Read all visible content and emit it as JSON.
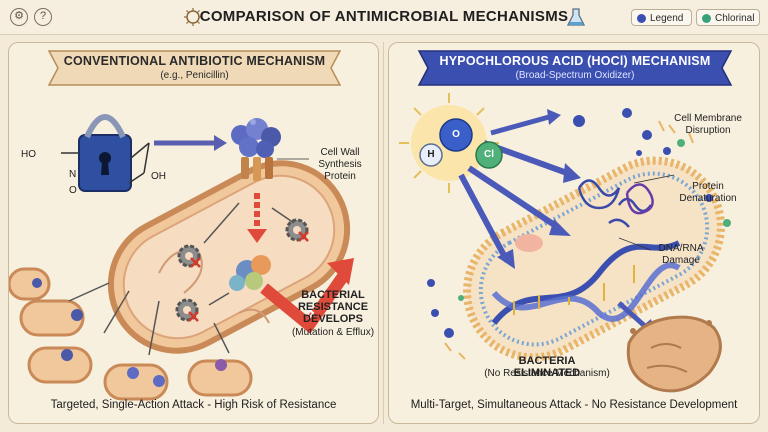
{
  "header": {
    "title": "COMPARISON OF ANTIMICROBIAL MECHANISMS",
    "legend_label": "Legend",
    "chlorinal_label": "Chlorinal",
    "legend_color": "#3c4fb3",
    "chlorinal_color": "#3aa07a"
  },
  "left": {
    "banner_title": "CONVENTIONAL ANTIBIOTIC MECHANISM",
    "banner_sub": "(e.g., Penicillin)",
    "mol_ho": "HO",
    "mol_oh": "OH",
    "mol_n": "N",
    "mol_o": "O",
    "protein_label": "Cell Wall Synthesis Protein",
    "resistance_label": "BACTERIAL RESISTANCE DEVELOPS",
    "resistance_sub": "(Mutation & Efflux)",
    "footer": "Targeted, Single-Action Attack - High Risk of Resistance"
  },
  "right": {
    "banner_title": "HYPOCHLOROUS ACID (HOCl) MECHANISM",
    "banner_sub": "(Broad-Spectrum Oxidizer)",
    "atom_o": "O",
    "atom_h": "H",
    "atom_cl": "Cl",
    "membrane_label": "Cell Membrane Disruption",
    "protein_label": "Protein Denaturation",
    "dna_label": "DNA/RNA Damage",
    "eliminated_label": "BACTERIA ELIMINATED",
    "eliminated_sub": "(No Resistance Mechanism)",
    "footer": "Multi-Target, Simultaneous Attack - No Resistance Development"
  }
}
